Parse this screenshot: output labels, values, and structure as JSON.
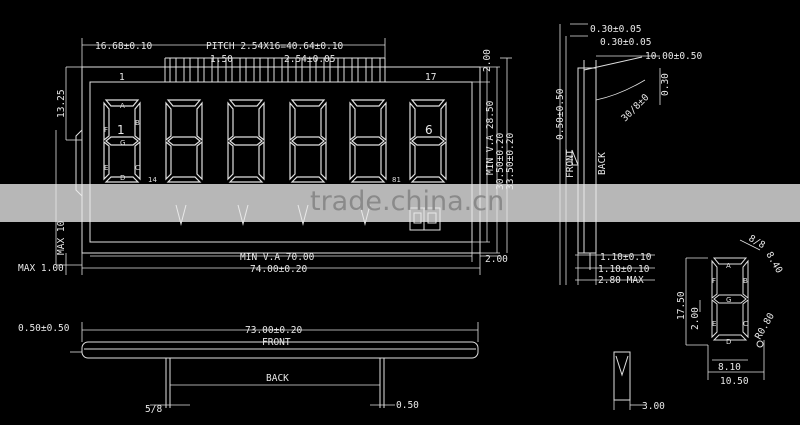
{
  "drawing": {
    "top_pin_offset": "16.68±0.10",
    "pitch": "PITCH 2.54X16=40.64±0.10",
    "pin_width_a": "1.50",
    "pin_width_b": "2.54±0.05",
    "pin_left_label": "1",
    "pin_right_label": "17",
    "right_top": "2.00",
    "left_height": "13.25",
    "max_height": "MAX 10",
    "va_height": "MIN V.A 28.50",
    "outline_height": "30.50±0.20",
    "overall_height": "33.50±0.20",
    "max_bottom": "MAX 1.00",
    "va_width": "MIN V.A 70.00",
    "overall_width": "74.00±0.20",
    "right_bottom": "2.00",
    "digit_labels": [
      "1",
      "6"
    ],
    "segment_labels": [
      "A",
      "B",
      "F",
      "G",
      "E",
      "C",
      "D"
    ],
    "corner_label": "14",
    "dp_label": "81"
  },
  "side": {
    "t1": "0.30±0.05",
    "t2": "0.30±0.05",
    "t3": "10.00±0.50",
    "t4": "0.30",
    "angle": "30/8±0",
    "left": "0.50±0.50",
    "front": "FRONT",
    "back": "BACK",
    "b1": "1.10±0.10",
    "b2": "1.10±0.10",
    "b3": "2.80 MAX"
  },
  "bottom": {
    "left": "0.50±0.50",
    "width": "73.00±0.20",
    "front": "FRONT",
    "back": "BACK",
    "pin_left": "5/8",
    "pin_right": "0.50",
    "pin_thickness": "3.00"
  },
  "digit_detail": {
    "angle_top": "8/8",
    "angle_right": "8.40",
    "height": "17.50",
    "mid": "2.00",
    "dp": "R0.80",
    "width": "8.10",
    "overall": "10.50",
    "segments": [
      "A",
      "B",
      "F",
      "G",
      "C",
      "E",
      "D"
    ]
  },
  "watermark": "trade.china.cn"
}
